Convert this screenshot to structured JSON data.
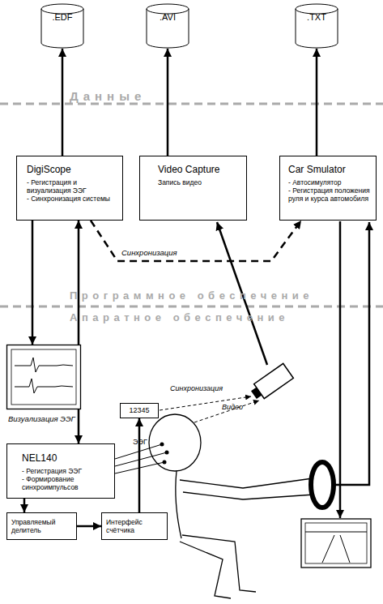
{
  "diagram": {
    "nodes": [
      {
        "text": [
          ".EDF"
        ]
      },
      {
        "text": [
          ".AVI"
        ]
      },
      {
        "text": [
          ".TXT"
        ]
      },
      {
        "text": [
          "DigiScope",
          "- Регистрация и визуализация ЭЭГ",
          "- Синхронизация системы"
        ]
      },
      {
        "text": [
          "Video Capture",
          "Запись видео"
        ]
      },
      {
        "text": [
          "Car Smulator",
          "- Автосимулятор",
          "- Регистрация положения руля и курса автомобиля"
        ]
      },
      {
        "text": [
          "Визуализация ЭЭГ"
        ]
      },
      {
        "text": [
          "12345"
        ]
      },
      {
        "text": [
          "NEL140",
          "- Регистрация ЭЭГ",
          "- Формирование синхроимпульсов"
        ]
      },
      {
        "text": [
          "Управляемый делитель"
        ]
      },
      {
        "text": [
          "Интерфейс счётчика"
        ]
      }
    ],
    "edges": [
      {
        "from": 3,
        "to": 0,
        "arrow": "to"
      },
      {
        "from": 4,
        "to": 1,
        "arrow": "to"
      },
      {
        "from": 5,
        "to": 2,
        "arrow": "to"
      },
      {
        "from": 3,
        "to": 5,
        "label": "Синхронизация",
        "arrow": "to"
      },
      {
        "from": 3,
        "to": 6,
        "arrow": "to"
      },
      {
        "from": 3,
        "to": 8,
        "arrow": "both"
      },
      {
        "from": 8,
        "to": 9,
        "arrow": "to"
      },
      {
        "from": 9,
        "to": 10,
        "arrow": "to"
      },
      {
        "from": 10,
        "to": 7,
        "arrow": "to"
      }
    ],
    "labels": [
      "Данные",
      "Программное обеспечение",
      "Апаратное обеспечение",
      "Синхронизация",
      "Видео",
      "ЭЭГ"
    ]
  }
}
